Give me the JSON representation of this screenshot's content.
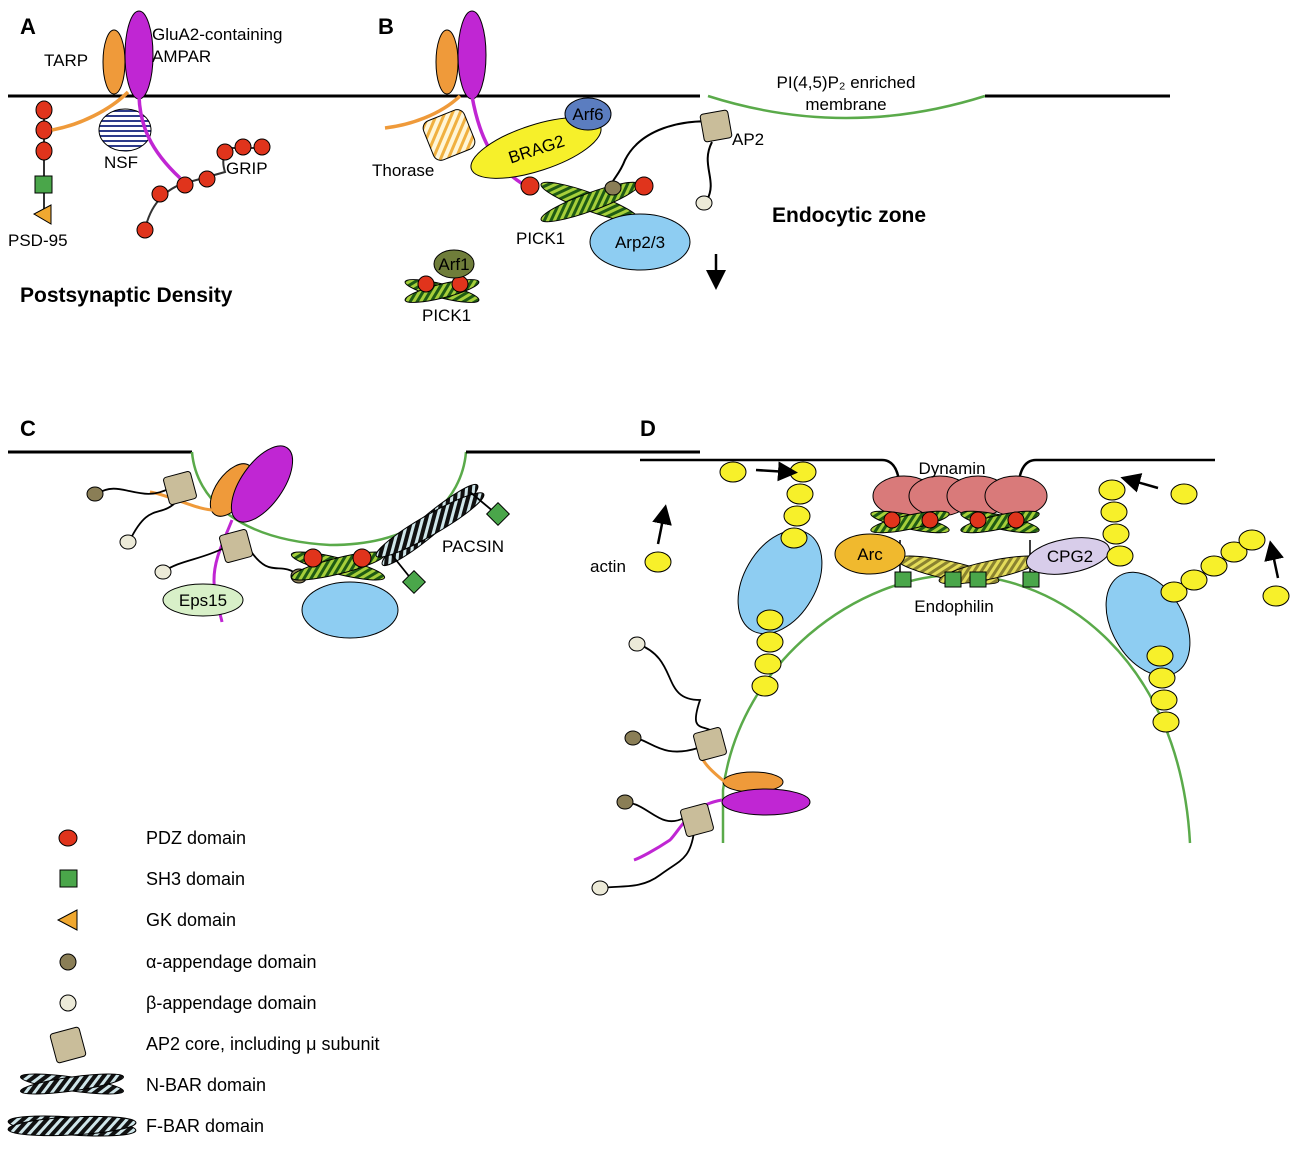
{
  "panels": {
    "a": {
      "letter": "A",
      "tarp": "TARP",
      "ampar_line1": "GluA2-containing",
      "ampar_line2": "AMPAR",
      "nsf": "NSF",
      "grip": "GRIP",
      "psd95": "PSD-95",
      "zone": "Postsynaptic Density"
    },
    "b": {
      "letter": "B",
      "pip2_line1": "PI(4,5)P₂ enriched",
      "pip2_line2": "membrane",
      "arf6": "Arf6",
      "brag2": "BRAG2",
      "ap2": "AP2",
      "thorase": "Thorase",
      "pick1": "PICK1",
      "arp23": "Arp2/3",
      "zone": "Endocytic zone",
      "arf1": "Arf1",
      "pick1_free": "PICK1"
    },
    "c": {
      "letter": "C",
      "pacsin": "PACSIN",
      "eps15": "Eps15"
    },
    "d": {
      "letter": "D",
      "dynamin": "Dynamin",
      "actin": "actin",
      "arc": "Arc",
      "cpg2": "CPG2",
      "endophilin": "Endophilin"
    }
  },
  "legend": [
    {
      "icon": "pdz",
      "label": "PDZ domain"
    },
    {
      "icon": "sh3",
      "label": "SH3 domain"
    },
    {
      "icon": "gk",
      "label": "GK domain"
    },
    {
      "icon": "alpha",
      "label": "α-appendage domain"
    },
    {
      "icon": "beta",
      "label": "β-appendage domain"
    },
    {
      "icon": "ap2core",
      "label": "AP2 core, including μ subunit"
    },
    {
      "icon": "nbar",
      "label": "N-BAR domain"
    },
    {
      "icon": "fbar",
      "label": "F-BAR domain"
    }
  ],
  "colors": {
    "pdz": "#e0341c",
    "sh3": "#4aa64a",
    "gk": "#f0a830",
    "alpha": "#8a7e56",
    "beta": "#ecead8",
    "ap2": "#c9bd9a",
    "tarp": "#ef9a3a",
    "ampar": "#c026d3",
    "arp": "#8ecdf2",
    "brag2": "#f6f02a",
    "arf6": "#5b7dc0",
    "arf1": "#6f7d3a",
    "dynamin": "#d97a7a",
    "actin": "#f7f02a",
    "arc": "#f0b92e",
    "cpg2": "#d8cdea",
    "eps15": "#d8f0c8",
    "membrane_pip2": "#5aaa4a"
  }
}
